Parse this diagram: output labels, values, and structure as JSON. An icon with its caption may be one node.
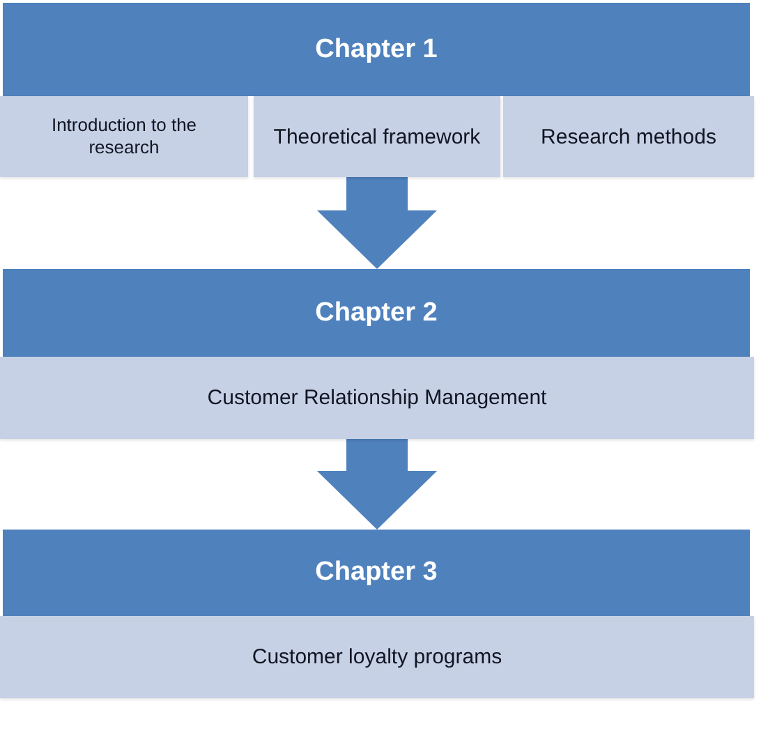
{
  "diagram": {
    "nodes": [
      {
        "text": [
          "Chapter 1"
        ]
      },
      {
        "text": [
          "Introduction to the research"
        ]
      },
      {
        "text": [
          "Theoretical framework"
        ]
      },
      {
        "text": [
          "Research methods"
        ]
      },
      {
        "text": [
          "Chapter 2"
        ]
      },
      {
        "text": [
          "Customer Relationship Management"
        ]
      },
      {
        "text": [
          "Chapter 3"
        ]
      },
      {
        "text": [
          "Customer loyalty programs"
        ]
      }
    ],
    "edges": [
      {
        "from": 2,
        "to": 4,
        "arrow": "to"
      },
      {
        "from": 5,
        "to": 6,
        "arrow": "to"
      }
    ]
  }
}
